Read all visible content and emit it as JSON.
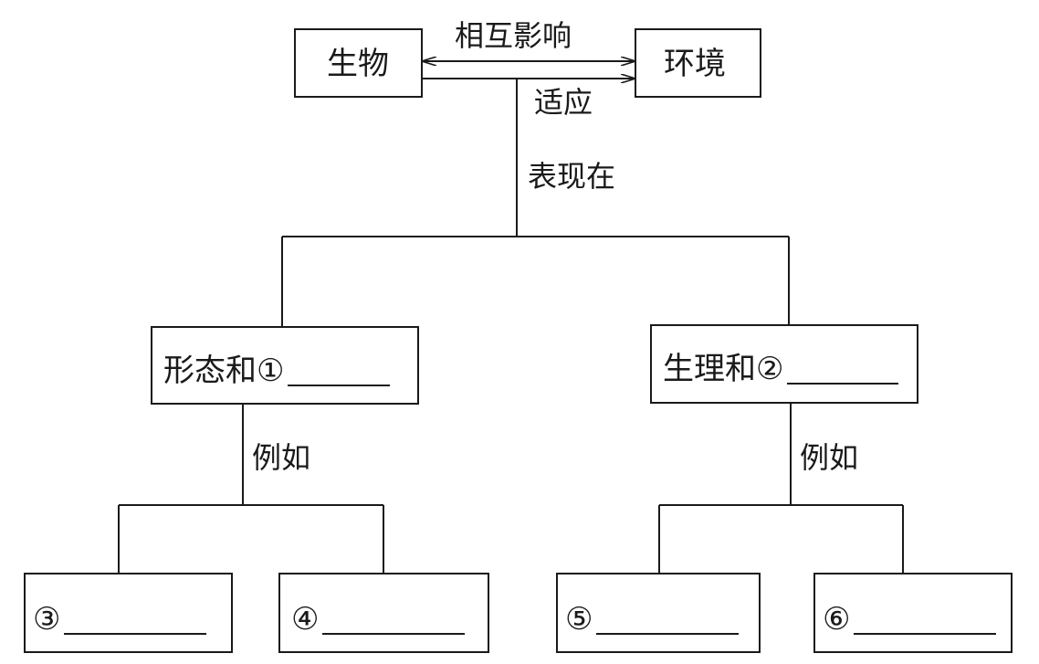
{
  "top": {
    "organism": "生物",
    "environment": "环境",
    "mutual_influence": "相互影响",
    "adaptation": "适应",
    "manifested_in": "表现在"
  },
  "branches": {
    "left": {
      "label": "形态和①",
      "example": "例如"
    },
    "right": {
      "label": "生理和②",
      "example": "例如"
    }
  },
  "blanks": [
    {
      "label": "③"
    },
    {
      "label": "④"
    },
    {
      "label": "⑤"
    },
    {
      "label": "⑥"
    }
  ]
}
